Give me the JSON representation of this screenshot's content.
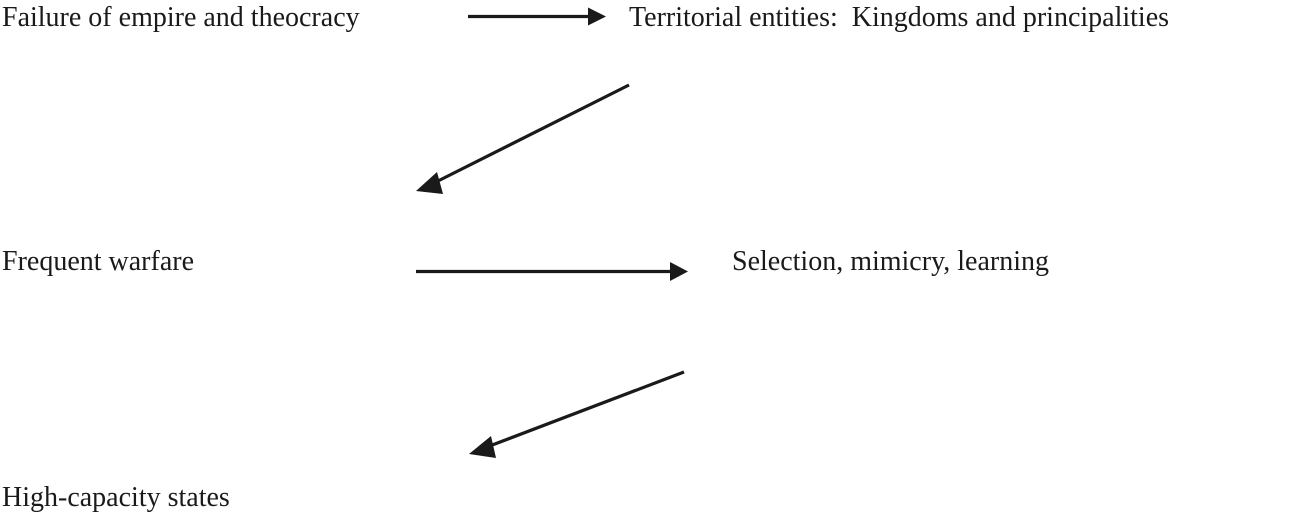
{
  "diagram": {
    "title": "Failure of empire and theocracy flow diagram",
    "background_color": "#ffffff",
    "ink_color": "#1a1a1a",
    "nodes": [
      {
        "id": "failure",
        "label": "Failure of empire and theocracy"
      },
      {
        "id": "territorial",
        "label": "Territorial entities:  Kingdoms and principalities"
      },
      {
        "id": "warfare",
        "label": "Frequent warfare"
      },
      {
        "id": "selection",
        "label": "Selection, mimicry, learning"
      },
      {
        "id": "highcapacity",
        "label": "High-capacity states"
      }
    ],
    "arrows": [
      {
        "id": "arrow-failure-to-territorial",
        "from": "failure",
        "to": "territorial",
        "kind": "horizontal-right"
      },
      {
        "id": "arrow-territorial-to-warfare",
        "from": "territorial",
        "to": "warfare",
        "kind": "diagonal-down-left"
      },
      {
        "id": "arrow-warfare-to-selection",
        "from": "warfare",
        "to": "selection",
        "kind": "horizontal-right"
      },
      {
        "id": "arrow-selection-to-highcapacity",
        "from": "selection",
        "to": "highcapacity",
        "kind": "diagonal-down-left"
      }
    ]
  }
}
